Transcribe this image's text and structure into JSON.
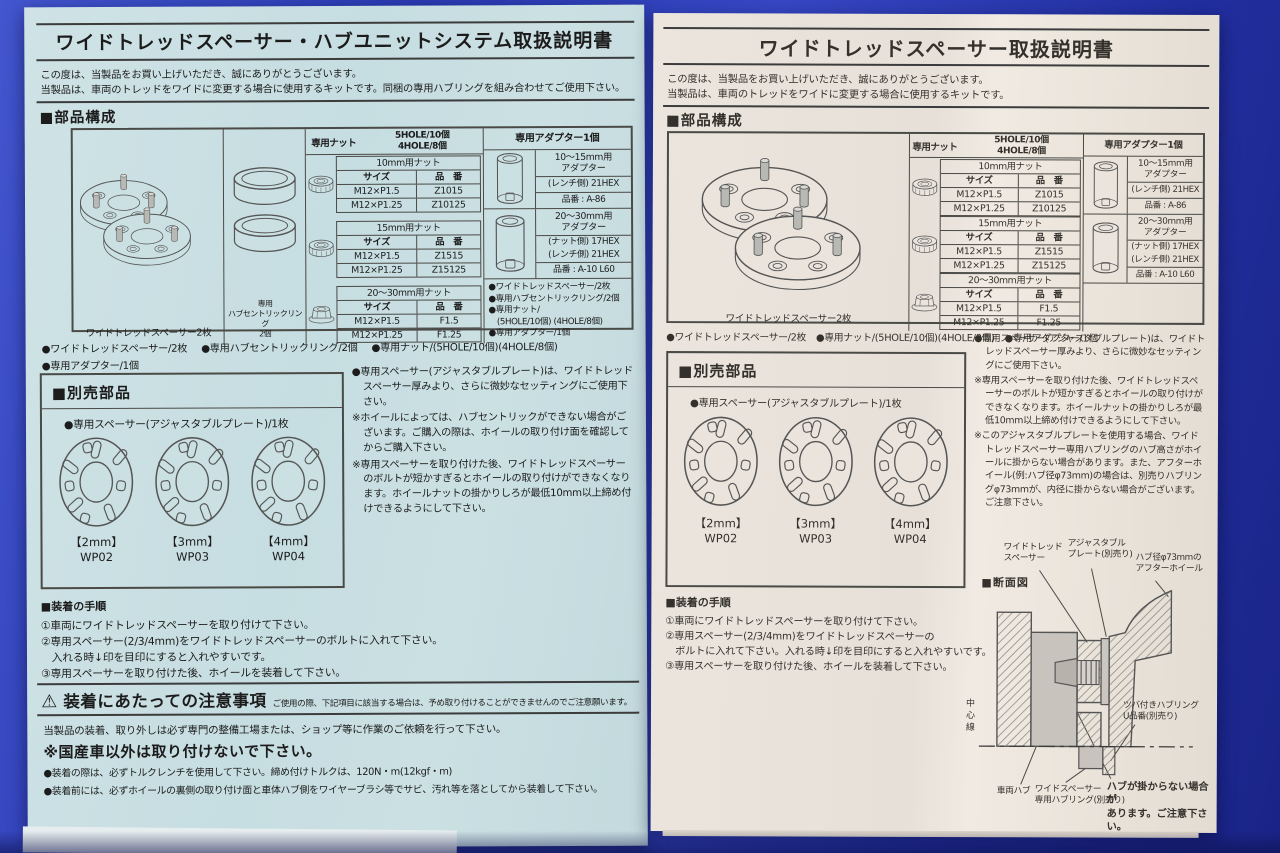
{
  "colors": {
    "background_blue": "#2b3bb4",
    "left_paper": "#c9dfe2",
    "right_paper": "#eae4dc",
    "ink": "#1c1c1c"
  },
  "shared": {
    "parts_heading": "■部品構成",
    "besales_heading": "■別売部品",
    "besales_bullet": "●専用スペーサー(アジャスタブルプレート)/1枚",
    "steps_heading": "■装着の手順",
    "spacer_caption": "ワイドトレッドスペーサー2枚",
    "nut": {
      "header_label": "専用ナット",
      "qty1": "5HOLE/10個",
      "qty2": "4HOLE/8個",
      "col_size": "サイズ",
      "col_part": "品　番",
      "groups": [
        {
          "title": "10mm用ナット",
          "rows": [
            {
              "size": "M12×P1.5",
              "part": "Z1015"
            },
            {
              "size": "M12×P1.25",
              "part": "Z10125"
            }
          ]
        },
        {
          "title": "15mm用ナット",
          "rows": [
            {
              "size": "M12×P1.5",
              "part": "Z1515"
            },
            {
              "size": "M12×P1.25",
              "part": "Z15125"
            }
          ]
        },
        {
          "title": "20〜30mm用ナット",
          "rows": [
            {
              "size": "M12×P1.5",
              "part": "F1.5"
            },
            {
              "size": "M12×P1.25",
              "part": "F1.25"
            }
          ]
        }
      ]
    },
    "adapter": {
      "header": "専用アダプター1個",
      "a1": {
        "title": "10〜15mm用\nアダプター",
        "wrench": "(レンチ側) 21HEX",
        "part": "品番 : A-86"
      },
      "a2": {
        "title": "20〜30mm用\nアダプター",
        "nut_side": "(ナット側) 17HEX",
        "wrench": "(レンチ側) 21HEX",
        "part": "品番 : A-10  L60"
      }
    },
    "plates": [
      {
        "size": "【2mm】",
        "code": "WP02"
      },
      {
        "size": "【3mm】",
        "code": "WP03"
      },
      {
        "size": "【4mm】",
        "code": "WP04"
      }
    ]
  },
  "left_doc": {
    "title": "ワイドトレッドスペーサー・ハブユニットシステム取扱説明書",
    "intro1": "この度は、当製品をお買い上げいただき、誠にありがとうございます。",
    "intro2": "当製品は、車両のトレッドをワイドに変更する場合に使用するキットです。同梱の専用ハブリングを組み合わせてご使用下さい。",
    "hubring_caption": "専用\nハブセントリックリング\n2個",
    "box_bullets": [
      "●ワイドトレッドスペーサー/2枚",
      "●専用ハブセントリックリング/2個",
      "●専用ナット/",
      "　(5HOLE/10個) (4HOLE/8個)",
      "●専用アダプター/1個"
    ],
    "parts_bullets": [
      "●ワイドトレッドスペーサー/2枚",
      "●専用ハブセントリックリング/2個",
      "●専用ナット/(5HOLE/10個)(4HOLE/8個)",
      "●専用アダプター/1個"
    ],
    "notes": {
      "n1": "●専用スペーサー(アジャスタブルプレート)は、ワイドトレッドスペーサー厚みより、さらに微妙なセッティングにご使用下さい。",
      "n2": "※ホイールによっては、ハブセントリックができない場合がございます。ご購入の際は、ホイールの取り付け面を確認してからご購入下さい。",
      "n3": "※専用スペーサーを取り付けた後、ワイドトレッドスペーサーのボルトが短かすぎるとホイールの取り付けができなくなります。ホイールナットの掛かりしろが最低10mm以上締め付けできるようにして下さい。"
    },
    "steps": {
      "s1": "①車両にワイドトレッドスペーサーを取り付けて下さい。",
      "s2a": "②専用スペーサー(2/3/4mm)をワイドトレッドスペーサーのボルトに入れて下さい。",
      "s2b": "　入れる時↓印を目印にすると入れやすいです。",
      "s3": "③専用スペーサーを取り付けた後、ホイールを装着して下さい。"
    },
    "caution": {
      "icon": "⚠",
      "title": "装着にあたっての注意事項",
      "note": "ご使用の際、下記項目に該当する場合は、予め取り付けることができませんのでご注意願います。",
      "p1": "当製品の装着、取り外しは必ず専門の整備工場または、ショップ等に作業のご依頼を行って下さい。",
      "bold": "※国産車以外は取り付けないで下さい。",
      "b1": "●装着の際は、必ずトルクレンチを使用して下さい。締め付けトルクは、120N・m(12kgf・m)",
      "b2": "●装着前には、必ずホイールの裏側の取り付け面と車体ハブ側をワイヤーブラシ等でサビ、汚れ等を落としてから装着して下さい。"
    }
  },
  "right_doc": {
    "title": "ワイドトレッドスペーサー取扱説明書",
    "intro1": "この度は、当製品をお買い上げいただき、誠にありがとうございます。",
    "intro2": "当製品は、車両のトレッドをワイドに変更する場合に使用するキットです。",
    "parts_bullets": [
      "●ワイドトレッドスペーサー/2枚",
      "●専用ナット/(5HOLE/10個)(4HOLE/8個)",
      "●専用アダプター/1個"
    ],
    "notes": {
      "n1": "●専用スペーサー(アジャスタブルプレート)は、ワイドトレッドスペーサー厚みより、さらに微妙なセッティングにご使用下さい。",
      "n2": "※専用スペーサーを取り付けた後、ワイドトレッドスペーサーのボルトが短かすぎるとホイールの取り付けができなくなります。ホイールナットの掛かりしろが最低10mm以上締め付けできるようにして下さい。",
      "n3": "※このアジャスタブルプレートを使用する場合、ワイドトレッドスペーサー専用ハブリングのハブ高さがホイールに掛からない場合があります。また、アフターホイール(例:ハブ径φ73mm)の場合は、別売りハブリングφ73mmが、内径に掛からない場合がございます。ご注意下さい。"
    },
    "steps": {
      "s1": "①車両にワイドトレッドスペーサーを取り付けて下さい。",
      "s2a": "②専用スペーサー(2/3/4mm)をワイドトレッドスペーサーの",
      "s2b": "　ボルトに入れて下さい。入れる時↓印を目印にすると入れやすいです。",
      "s3": "③専用スペーサーを取り付けた後、ホイールを装着して下さい。"
    },
    "diagram": {
      "heading": "■断面図",
      "label_spacer": "ワイドトレッド\nスペーサー",
      "label_plate": "アジャスタブル\nプレート(別売り)",
      "label_wheel": "ハブ径φ73mmの\nアフターホイール",
      "label_flange_ring": "ツバ付きハブリング\nU品番(別売り)",
      "label_centerline": "中心線",
      "label_hub": "車両ハブ",
      "label_hubring": "ワイドスペーサー\n専用ハブリング(別売り)",
      "warn": "ハブが掛からない場合が\nあります。ご注意下さい。"
    }
  }
}
